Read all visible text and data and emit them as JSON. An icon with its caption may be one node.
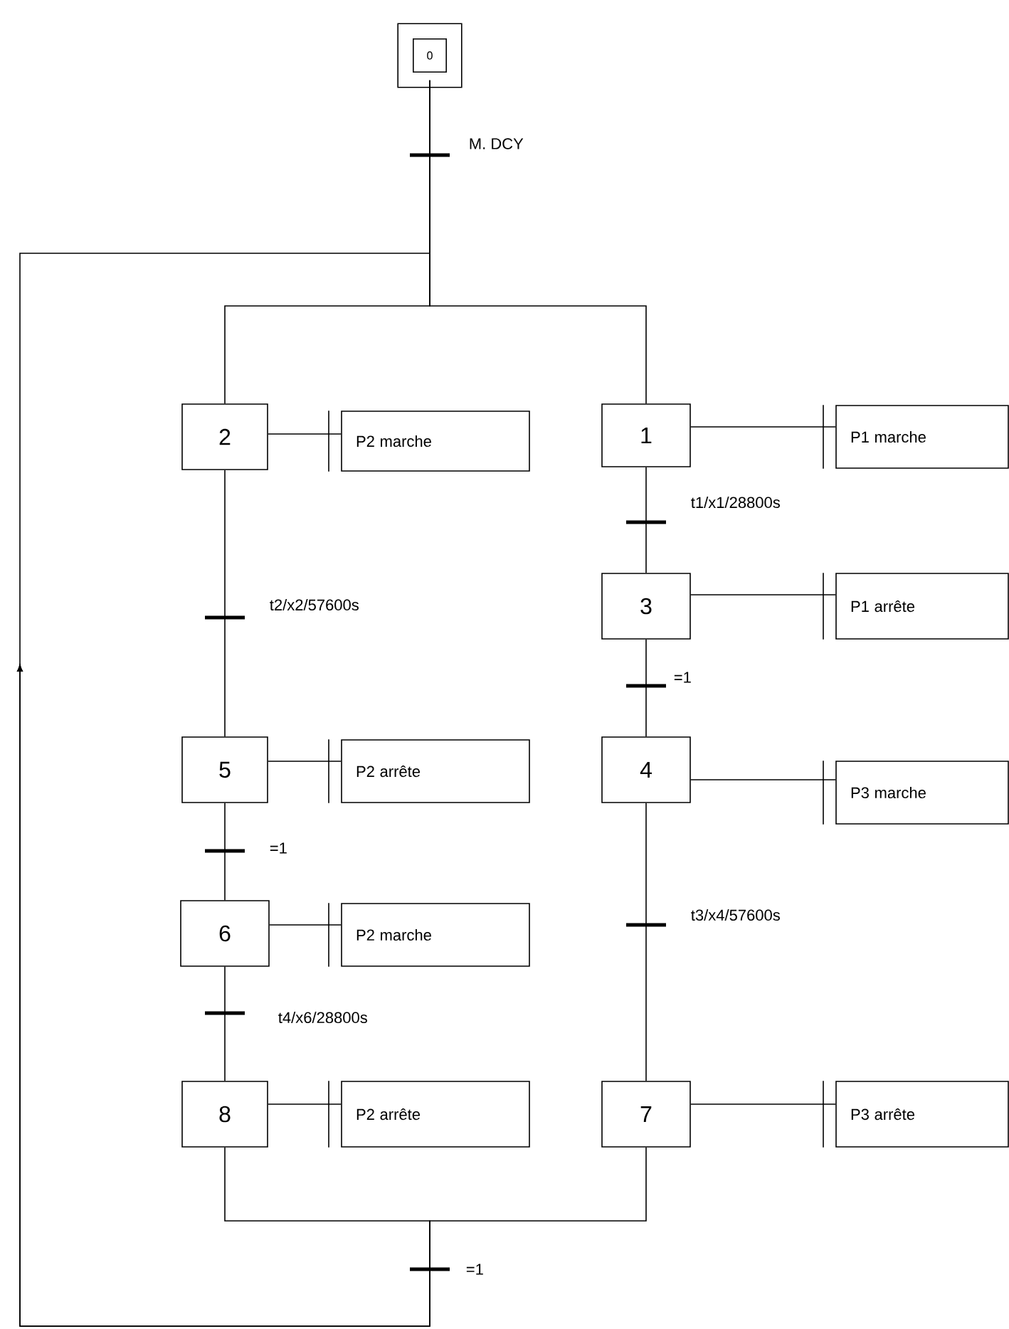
{
  "diagram": {
    "nodes": [
      {
        "text": [
          "0"
        ]
      },
      {
        "text": [
          "2"
        ]
      },
      {
        "text": [
          "P2 marche"
        ]
      },
      {
        "text": [
          "1"
        ]
      },
      {
        "text": [
          "P1 marche"
        ]
      },
      {
        "text": [
          "3"
        ]
      },
      {
        "text": [
          "P1 arrête"
        ]
      },
      {
        "text": [
          "5"
        ]
      },
      {
        "text": [
          "P2 arrête"
        ]
      },
      {
        "text": [
          "4"
        ]
      },
      {
        "text": [
          "P3 marche"
        ]
      },
      {
        "text": [
          "6"
        ]
      },
      {
        "text": [
          "P2 marche"
        ]
      },
      {
        "text": [
          "8"
        ]
      },
      {
        "text": [
          "P2 arrête"
        ]
      },
      {
        "text": [
          "7"
        ]
      },
      {
        "text": [
          "P3 arrête"
        ]
      }
    ],
    "edges": [
      {
        "from": 0,
        "to": 1,
        "arrow": "none",
        "label": "M. DCY"
      },
      {
        "from": 0,
        "to": 3,
        "arrow": "none"
      },
      {
        "from": 1,
        "to": 7,
        "arrow": "none",
        "label": "t2/x2/57600s"
      },
      {
        "from": 3,
        "to": 5,
        "arrow": "none",
        "label": "t1/x1/28800s"
      },
      {
        "from": 5,
        "to": 9,
        "arrow": "none",
        "label": "=1"
      },
      {
        "from": 7,
        "to": 11,
        "arrow": "none",
        "label": "=1"
      },
      {
        "from": 9,
        "to": 15,
        "arrow": "none",
        "label": "t3/x4/57600s"
      },
      {
        "from": 11,
        "to": 13,
        "arrow": "none",
        "label": "t4/x6/28800s"
      },
      {
        "from": 13,
        "to": null,
        "arrow": "to",
        "label": "=1"
      },
      {
        "from": 15,
        "to": null,
        "arrow": "to"
      },
      {
        "from": 1,
        "to": 2,
        "arrow": "none"
      },
      {
        "from": 3,
        "to": 4,
        "arrow": "none"
      },
      {
        "from": 5,
        "to": 6,
        "arrow": "none"
      },
      {
        "from": 7,
        "to": 8,
        "arrow": "none"
      },
      {
        "from": 9,
        "to": 10,
        "arrow": "none"
      },
      {
        "from": 11,
        "to": 12,
        "arrow": "none"
      },
      {
        "from": 13,
        "to": 14,
        "arrow": "none"
      },
      {
        "from": 15,
        "to": 16,
        "arrow": "none"
      }
    ]
  }
}
